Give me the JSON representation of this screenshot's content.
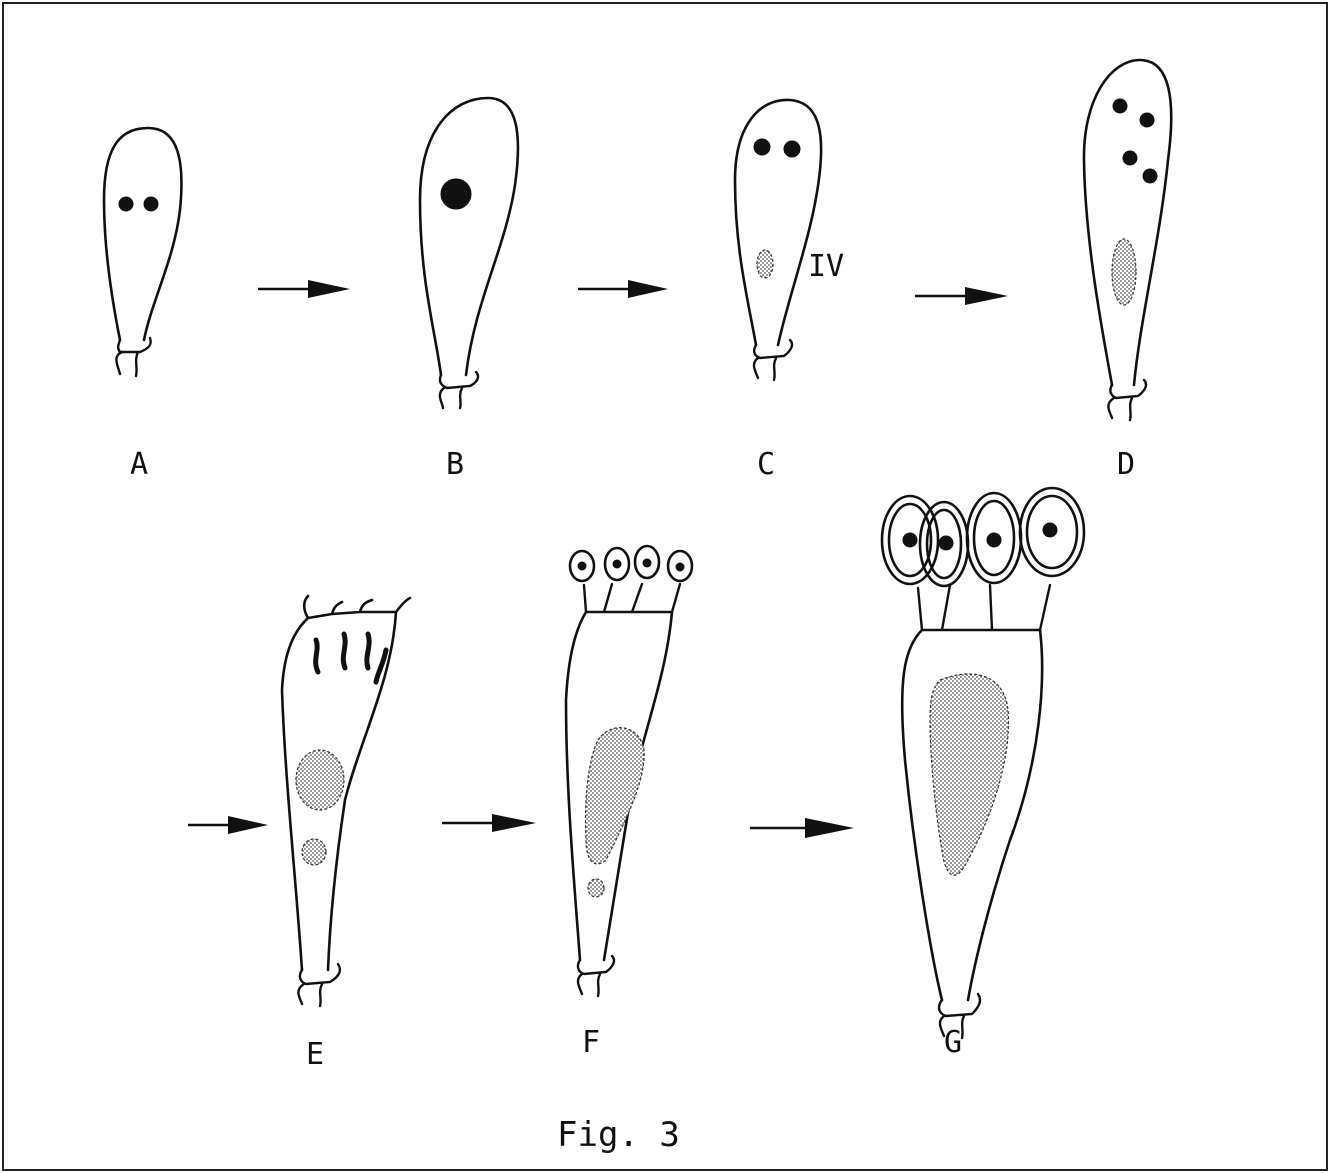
{
  "panels": {
    "a": "A",
    "b": "B",
    "c": "C",
    "d": "D",
    "e": "E",
    "f": "F",
    "g": "G"
  },
  "annotation_c": "IV",
  "caption": "Fig. 3",
  "colors": {
    "ink": "#111111",
    "paper": "#ffffff"
  }
}
